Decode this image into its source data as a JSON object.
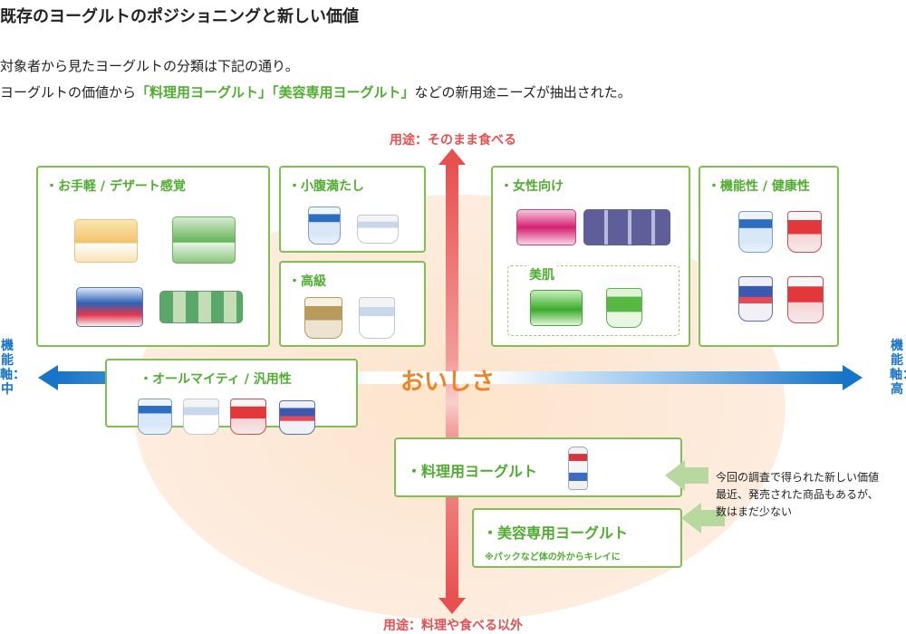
{
  "title": "既存のヨーグルトのポジショニングと新しい価値",
  "intro": {
    "line1": "対象者から見たヨーグルトの分類は下記の通り。",
    "line2_pre": "ヨーグルトの価値から",
    "line2_hl1": "「料理用ヨーグルト」",
    "line2_hl2": "「美容専用ヨーグルト」",
    "line2_post": "などの新用途ニーズが抽出された。"
  },
  "axes": {
    "top": "用途：そのまま食べる",
    "bottom": "用途：料理や食べる以外",
    "left": "機能軸：中",
    "right": "機能軸：高",
    "center": "おいしさ"
  },
  "categories": {
    "dessert": "・お手軽 / デザート感覚",
    "hunger": "・小腹満たし",
    "premium": "・高級",
    "women": "・女性向け",
    "beauty_skin": "美肌",
    "functional": "・機能性 / 健康性",
    "allround": "・オールマイティ / 汎用性",
    "cooking": "・料理用ヨーグルト",
    "beauty": "・美容専用ヨーグルト",
    "beauty_note": "※パックなど体の外からキレイに"
  },
  "note": {
    "line1": "今回の調査で得られた新しい価値",
    "line2": "最近、発売された商品もあるが、",
    "line3": "数はまだ少ない"
  },
  "colors": {
    "green": "#4fae2f",
    "red": "#e8504f",
    "blue": "#1774c8",
    "orange": "#f08422"
  }
}
